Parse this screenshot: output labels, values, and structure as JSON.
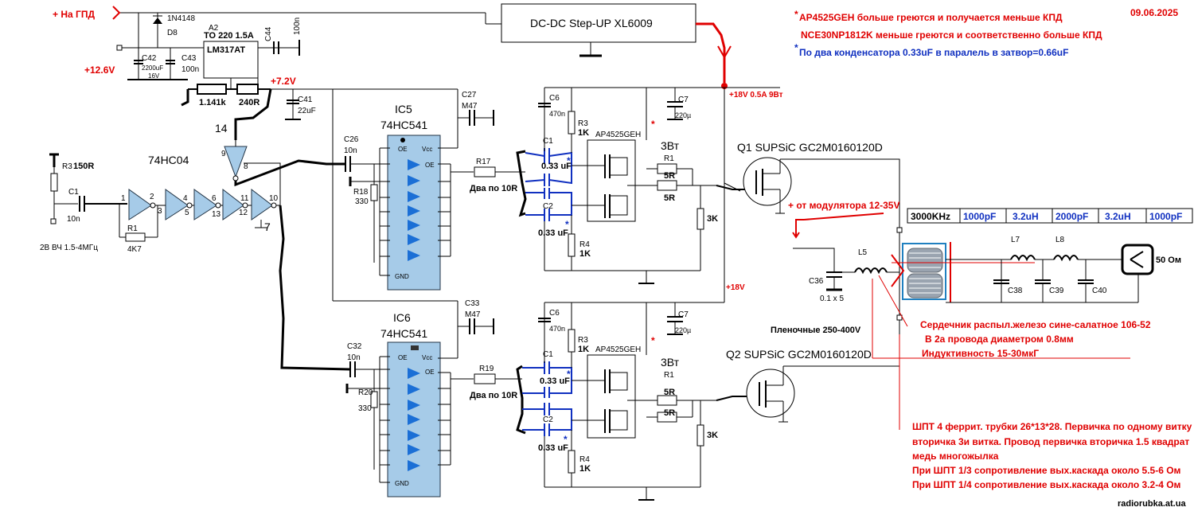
{
  "date": "09.06.2025",
  "notes": {
    "n1": "AP4525GEH больше греются и получается меньше КПД",
    "n2": "NCE30NP1812K меньше греются и соответственно больше КПД",
    "n3": "По два конденсатора 0.33uF в паралель в затвор=0.66uF",
    "star": "*"
  },
  "power": {
    "gpd": "+ На ГПД",
    "v126": "+12.6V",
    "v72": "+7.2V",
    "dcdc": "DC-DC Step-UP XL6009",
    "v18top": "+18V 0.5A 9Вт",
    "v18bot": "+18V",
    "d8": "1N4148",
    "d8ref": "D8",
    "a2": "A2",
    "to220": "TO 220 1.5A",
    "lm317": "LM317AT",
    "c44": "C44",
    "c44v": "100n",
    "c42": "C42",
    "c42v": "2200uF",
    "c42u": "16V",
    "c43": "C43",
    "c43v": "100n",
    "r1141": "1.141k",
    "r240": "240R",
    "c41": "C41",
    "c41v": "22uF"
  },
  "osc": {
    "r3": "R3",
    "r3v": "150R",
    "c1": "C1",
    "c1v": "10n",
    "input": "2В ВЧ 1.5-4МГц",
    "r1": "R1",
    "r1v": "4K7",
    "chip": "74HC04",
    "pin14": "14",
    "pin9": "9",
    "pin8": "8",
    "pin1": "1",
    "pin2": "2",
    "pin3": "3",
    "pin4": "4",
    "pin5": "5",
    "pin6": "6",
    "pin13": "13",
    "pin11": "11",
    "pin12": "12",
    "pin10": "10",
    "pin7": "7"
  },
  "upper": {
    "ic": "IC5",
    "chip": "74HC541",
    "c26": "C26",
    "c26v": "10n",
    "r18": "R18",
    "r18v": "330",
    "c27": "C27",
    "c27v": "M47",
    "r17": "R17",
    "r17note": "Два по 10R",
    "c6": "C6",
    "c6v": "470n",
    "r3": "R3",
    "r3v": "1K",
    "c1": "C1",
    "c2": "C2",
    "cv1": "0.33 uF",
    "cv2": "0.33 uF",
    "r4": "R4",
    "r4v": "1K",
    "fet": "AP4525GEH",
    "c7": "C7",
    "c7v": "220µ",
    "w": "3Вт",
    "r1": "R1",
    "r1v": "5R",
    "r2v": "5R",
    "r3k": "3K",
    "q": "Q1 SUPSiC GC2M0160120D"
  },
  "lower": {
    "ic": "IC6",
    "chip": "74HC541",
    "c32": "C32",
    "c32v": "10n",
    "r20": "R20",
    "r20v": "330",
    "c33": "C33",
    "c33v": "M47",
    "r19": "R19",
    "r19note": "Два по 10R",
    "c6": "C6",
    "c6v": "470n",
    "r3": "R3",
    "r3v": "1K",
    "c1": "C1",
    "c2": "C2",
    "cv1": "0.33 uF",
    "cv2": "0.33 uF",
    "r4": "R4",
    "r4v": "1K",
    "fet": "AP4525GEH",
    "c7": "C7",
    "c7v": "220µ",
    "w": "3Вт",
    "r1": "R1",
    "r1v": "5R",
    "r2v": "5R",
    "r3k": "3K",
    "q": "Q2 SUPSiC GC2M0160120D"
  },
  "pins": {
    "oe": "OE",
    "vcc": "Vcc",
    "gnd": "GND"
  },
  "output": {
    "modulator": "+ от модулятора 12-35V",
    "c36": "C36",
    "c36v": "0.1 x 5",
    "film": "Пленочные 250-400V",
    "l5": "L5",
    "l7": "L7",
    "l8": "L8",
    "c38": "C38",
    "c39": "C39",
    "c40": "C40",
    "ohm": "50 Ом",
    "filter": [
      "3000KHz",
      "1000pF",
      "3.2uH",
      "2000pF",
      "3.2uH",
      "1000pF"
    ]
  },
  "core": {
    "t1": "Сердечник распыл.железо сине-салатное 106-52",
    "t2": "В 2а провода диаметром 0.8мм",
    "t3": "Индуктивность 15-30мкГ"
  },
  "shpt": {
    "t1": "ШПТ 4 феррит. трубки 26*13*28. Первичка по одному витку",
    "t2": "вторичка 3и витка. Провод первичка вторичка 1.5 квадрат",
    "t3": "медь многожылка",
    "t4": "При ШПТ 1/3 сопротивление вых.каскада около 5.5-6 Ом",
    "t5": "При ШПТ 1/4 сопротивление вых.каскада около 3.2-4 Ом"
  },
  "site": "radiorubka.at.ua"
}
